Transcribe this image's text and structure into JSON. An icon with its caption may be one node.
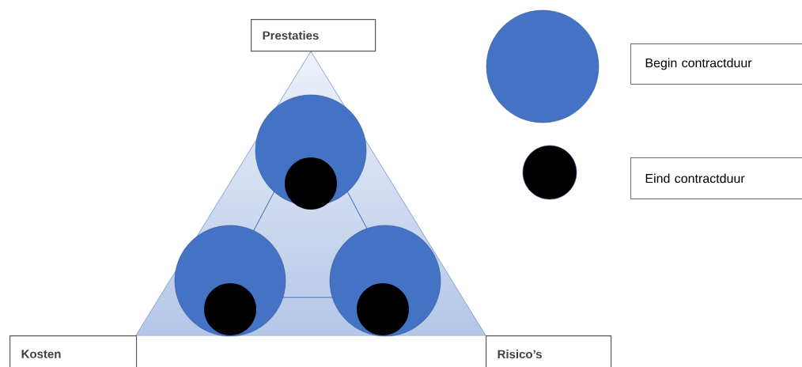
{
  "diagram": {
    "nodes": [
      {
        "text": [
          "Prestaties"
        ]
      },
      {
        "text": [
          "Kosten"
        ]
      },
      {
        "text": [
          "Risico’s"
        ]
      }
    ],
    "legend": [
      {
        "text": "Begin contractduur",
        "color": "#4472c4"
      },
      {
        "text": "Eind contractduur",
        "color": "#000000"
      }
    ]
  }
}
